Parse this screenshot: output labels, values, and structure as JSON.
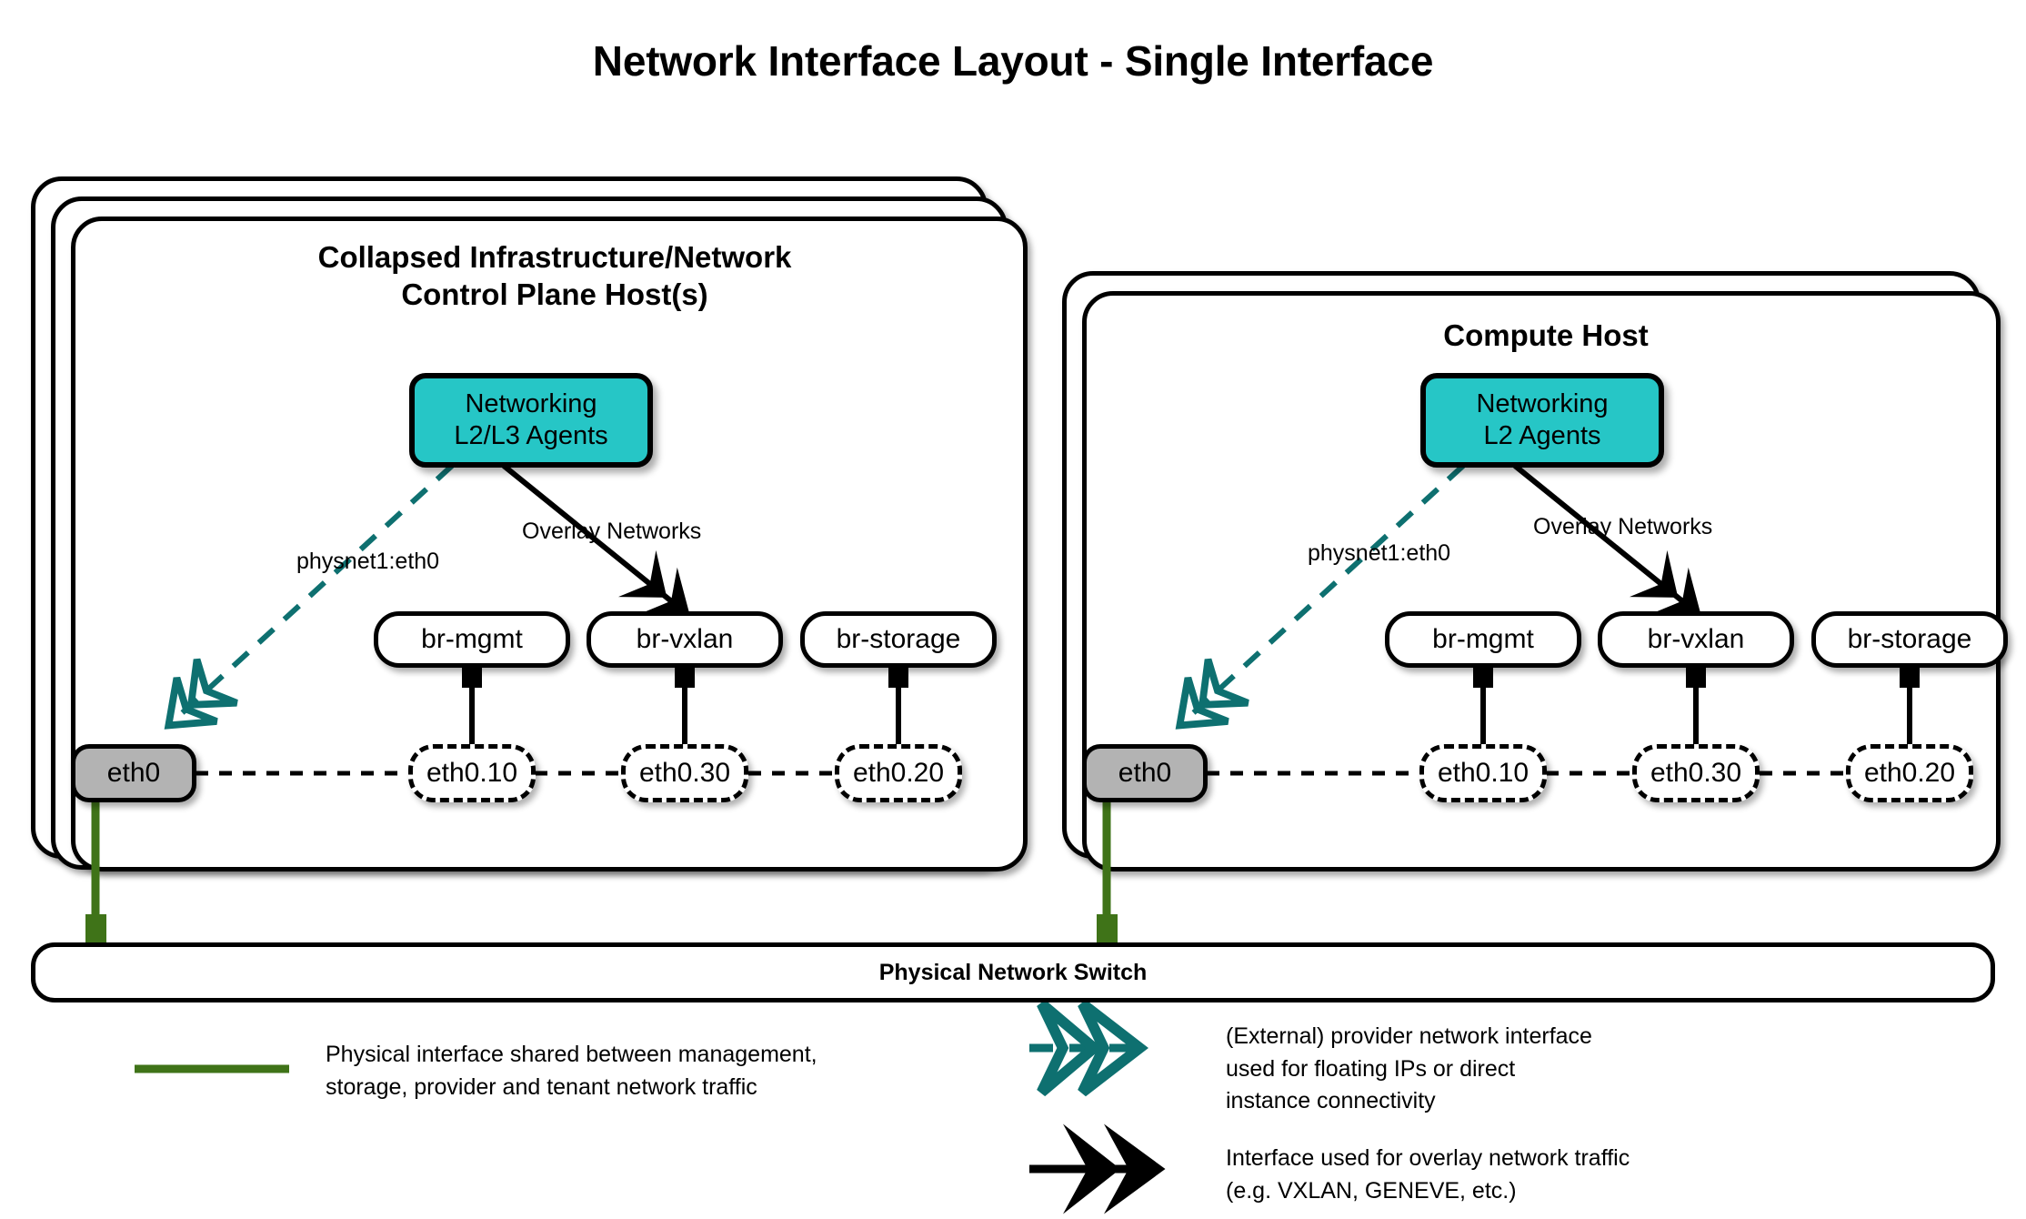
{
  "title": "Network Interface Layout - Single Interface",
  "colors": {
    "agent_fill": "#26c6c6",
    "nic_fill": "#b3b3b3",
    "provider_teal": "#0e7070",
    "physical_green": "#3f7318",
    "stroke": "#000000"
  },
  "hosts": [
    {
      "id": "control-plane",
      "title": "Collapsed Infrastructure/Network\nControl Plane Host(s)",
      "title_line1": "Collapsed Infrastructure/Network",
      "title_line2": "Control Plane Host(s)",
      "stack_count": 3,
      "agent": {
        "line1": "Networking",
        "line2": "L2/L3 Agents"
      },
      "edge_labels": {
        "provider": "physnet1:eth0",
        "overlay": "Overlay Networks"
      },
      "bridges": [
        {
          "label": "br-mgmt"
        },
        {
          "label": "br-vxlan"
        },
        {
          "label": "br-storage"
        }
      ],
      "vlans": [
        {
          "label": "eth0.10"
        },
        {
          "label": "eth0.30"
        },
        {
          "label": "eth0.20"
        }
      ],
      "nic": {
        "label": "eth0"
      }
    },
    {
      "id": "compute",
      "title": "Compute Host",
      "title_line1": "Compute Host",
      "title_line2": "",
      "stack_count": 2,
      "agent": {
        "line1": "Networking",
        "line2": "L2 Agents"
      },
      "edge_labels": {
        "provider": "physnet1:eth0",
        "overlay": "Overlay Networks"
      },
      "bridges": [
        {
          "label": "br-mgmt"
        },
        {
          "label": "br-vxlan"
        },
        {
          "label": "br-storage"
        }
      ],
      "vlans": [
        {
          "label": "eth0.10"
        },
        {
          "label": "eth0.30"
        },
        {
          "label": "eth0.20"
        }
      ],
      "nic": {
        "label": "eth0"
      }
    }
  ],
  "switch": {
    "label": "Physical Network Switch"
  },
  "legend": [
    {
      "id": "physical",
      "marker": "solid-green-line",
      "text": "Physical interface shared between management,\nstorage, provider and tenant network traffic"
    },
    {
      "id": "provider",
      "marker": "dashed-teal-double-arrow",
      "text": "(External) provider network interface\nused for floating IPs or direct\ninstance connectivity"
    },
    {
      "id": "overlay",
      "marker": "solid-black-double-arrow",
      "text": "Interface used for overlay network traffic\n(e.g. VXLAN, GENEVE, etc.)"
    }
  ]
}
